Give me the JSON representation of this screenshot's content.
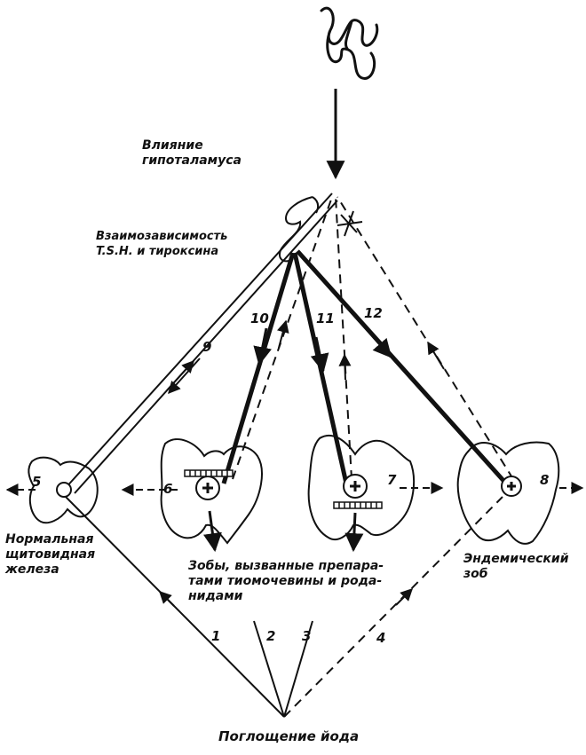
{
  "labels": {
    "hypothalamus": "Влияние\nгипоталамуса",
    "interdependence": "Взаимозависимость\nT.S.H. и тироксина",
    "normal_gland": "Нормальная\nщитовидная\nжелеза",
    "drug_goiters": "Зобы, вызванные препара-\nтами  тиомочевины и рода-\nнидами",
    "endemic_goiter": "Эндемический\nзоб",
    "iodine_uptake": "Поглощение йода"
  },
  "numbers": {
    "n1": "1",
    "n2": "2",
    "n3": "3",
    "n4": "4",
    "n5": "5",
    "n6": "6",
    "n7": "7",
    "n8": "8",
    "n9": "9",
    "n10": "10",
    "n11": "11",
    "n12": "12"
  }
}
